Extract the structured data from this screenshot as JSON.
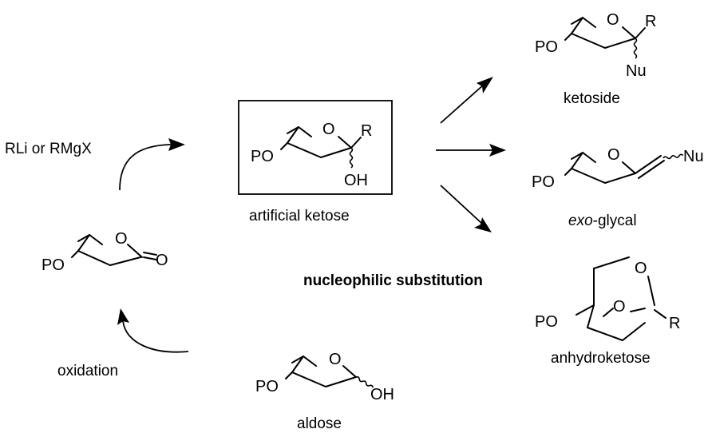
{
  "labels": {
    "reagent": "RLi or RMgX",
    "oxidation": "oxidation",
    "center_caption": "artificial ketose",
    "aldose": "aldose",
    "nucleophilic": "nucleophilic substitution",
    "ketoside": "ketoside",
    "exo_prefix": "exo",
    "exo_suffix": "-glycal",
    "anhydroketose": "anhydroketose"
  },
  "atoms": {
    "PO": "PO",
    "O": "O",
    "R": "R",
    "OH": "OH",
    "Nu": "Nu"
  }
}
